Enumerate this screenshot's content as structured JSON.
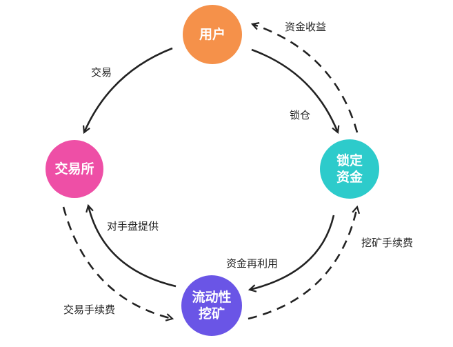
{
  "nodes": {
    "user": {
      "label": "用户",
      "color": "#F5914A"
    },
    "exchange": {
      "label": "交易所",
      "color": "#EE4FA6"
    },
    "locked": {
      "line1": "锁定",
      "line2": "资金",
      "color": "#2DCBCB"
    },
    "mining": {
      "line1": "流动性",
      "line2": "挖矿",
      "color": "#6A55E6"
    }
  },
  "edges": {
    "fund_income": "资金收益",
    "trade": "交易",
    "lock": "锁仓",
    "counterparty": "对手盘提供",
    "mining_fee": "挖矿手续费",
    "reuse": "资金再利用",
    "trade_fee": "交易手续费"
  }
}
